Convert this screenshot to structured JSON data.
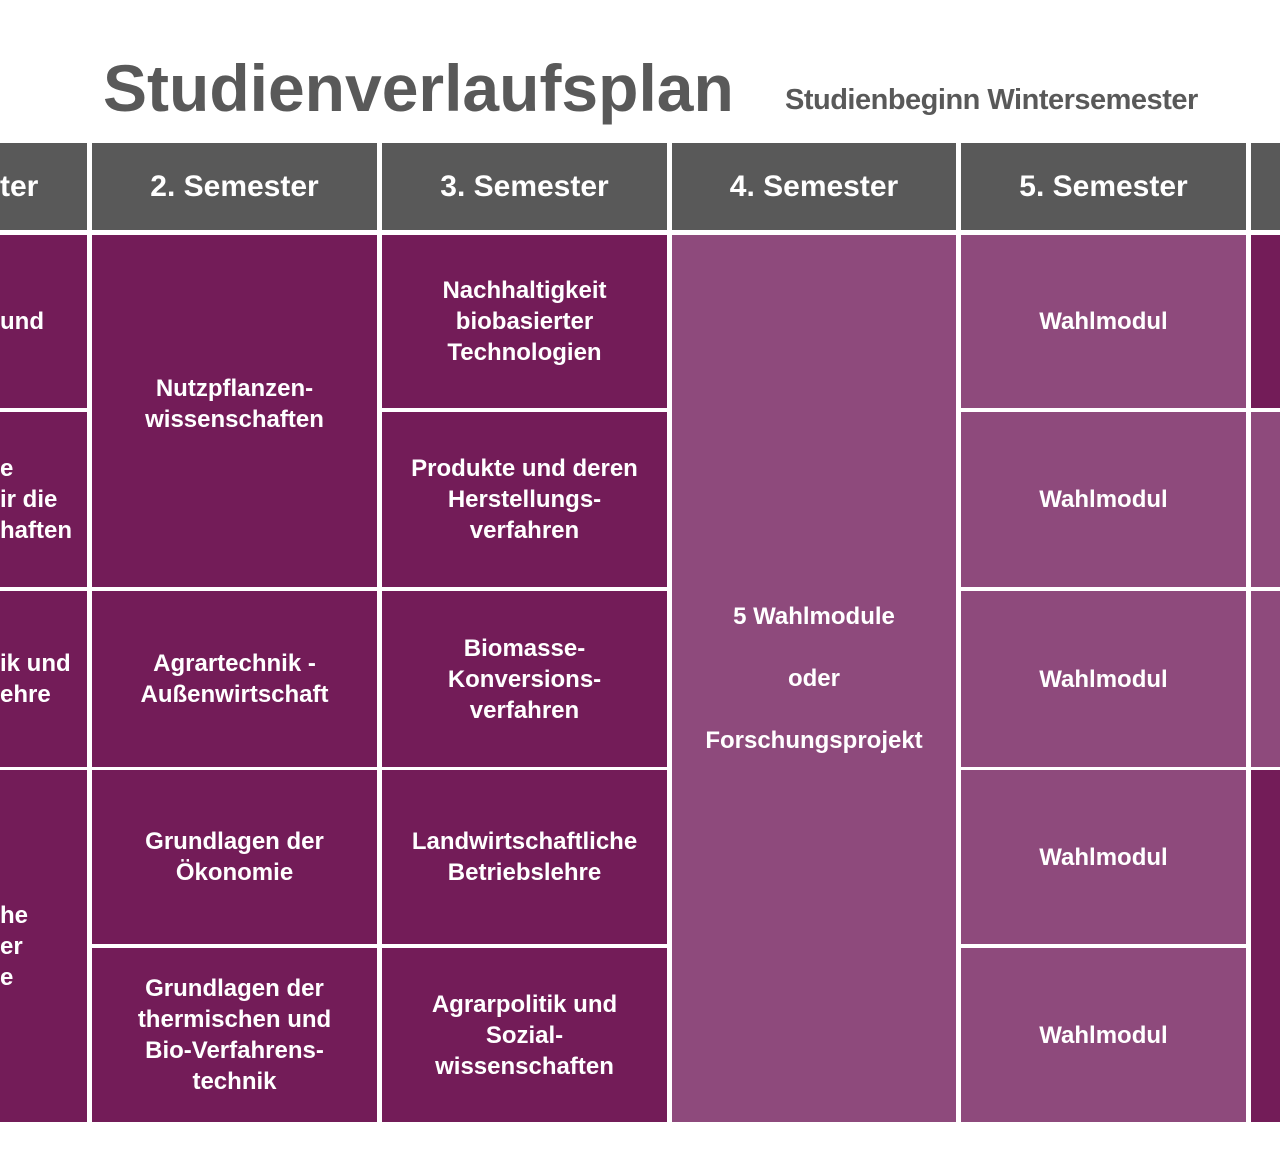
{
  "title": "Studienverlaufsplan",
  "subtitle": "Studienbeginn Wintersemester",
  "colors": {
    "header": "#595959",
    "core_module": "#731c58",
    "elective_module": "#8e4a7c"
  },
  "headers": [
    "ter",
    "2. Semester",
    "3. Semester",
    "4. Semester",
    "5. Semester",
    ""
  ],
  "col1": [
    "und",
    "e\nir die\nhaften",
    "ik und\nehre",
    "he\ner\ne"
  ],
  "col2": [
    "Nutzpflanzen-\nwissenschaften",
    "Agrartechnik -\nAußenwirtschaft",
    "Grundlagen der\nÖkonomie",
    "Grundlagen der\nthermischen und\nBio-Verfahrens-\ntechnik"
  ],
  "col3": [
    "Nachhaltigkeit\nbiobasierter\nTechnologien",
    "Produkte und deren\nHerstellungs-\nverfahren",
    "Biomasse-\nKonversions-\nverfahren",
    "Landwirtschaftliche\nBetriebslehre",
    "Agrarpolitik und\nSozial-\nwissenschaften"
  ],
  "col4": "5 Wahlmodule\n\noder\n\nForschungsprojekt",
  "col5": [
    "Wahlmodul",
    "Wahlmodul",
    "Wahlmodul",
    "Wahlmodul",
    "Wahlmodul"
  ]
}
